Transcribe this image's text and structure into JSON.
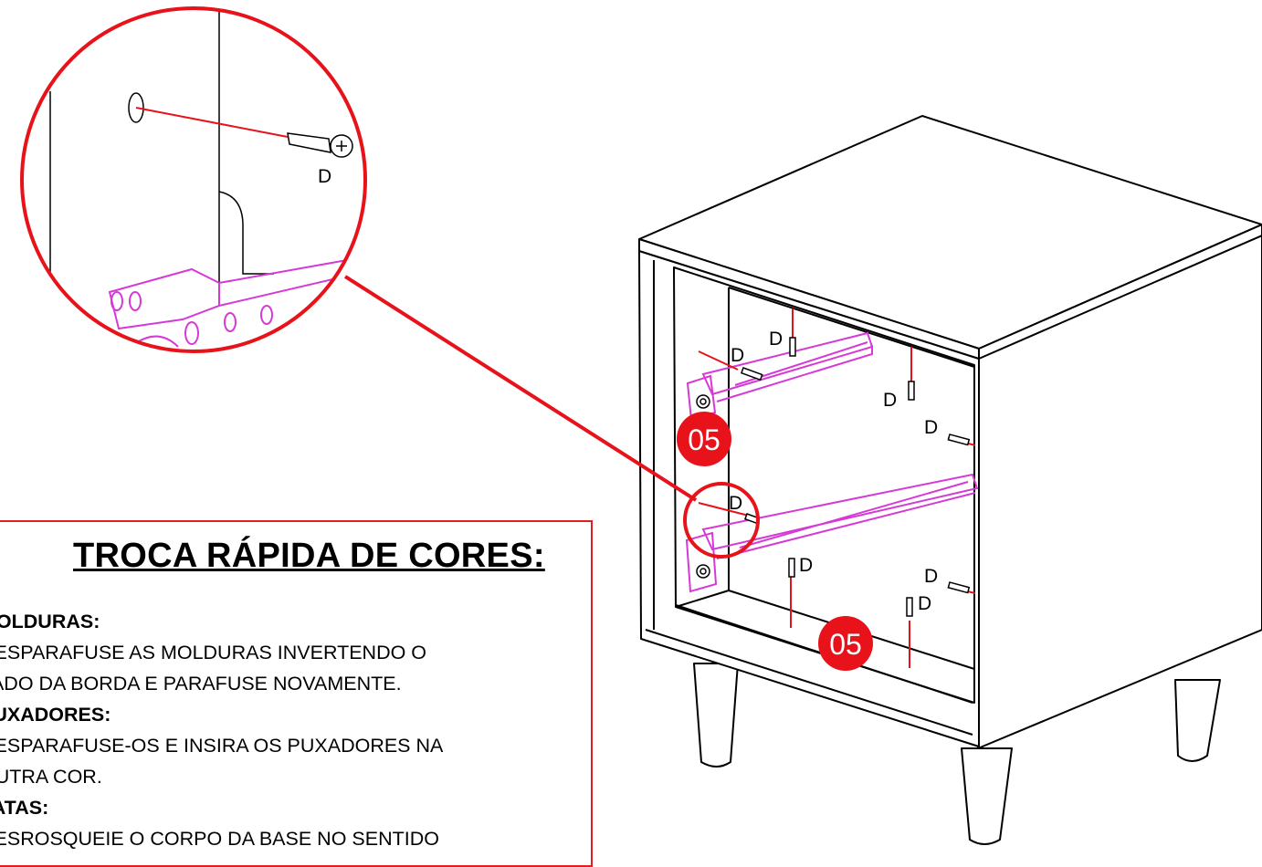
{
  "instruction_box": {
    "title": "TROCA RÁPIDA DE CORES:",
    "sections": [
      {
        "heading": "MOLDURAS:",
        "lines": [
          "DESPARAFUSE AS MOLDURAS INVERTENDO O",
          "LADO DA BORDA E PARAFUSE NOVAMENTE."
        ]
      },
      {
        "heading": "PUXADORES:",
        "lines": [
          "DESPARAFUSE-OS E INSIRA OS PUXADORES NA",
          "OUTRA COR."
        ]
      },
      {
        "heading": "PATAS:",
        "lines": [
          "DESROSQUEIE O CORPO DA BASE NO SENTIDO"
        ]
      }
    ]
  },
  "diagram": {
    "screw_label": "D",
    "step_number": "05",
    "colors": {
      "accent_red": "#e8121a",
      "slide_magenta": "#d63ad6",
      "line": "#000000"
    }
  }
}
